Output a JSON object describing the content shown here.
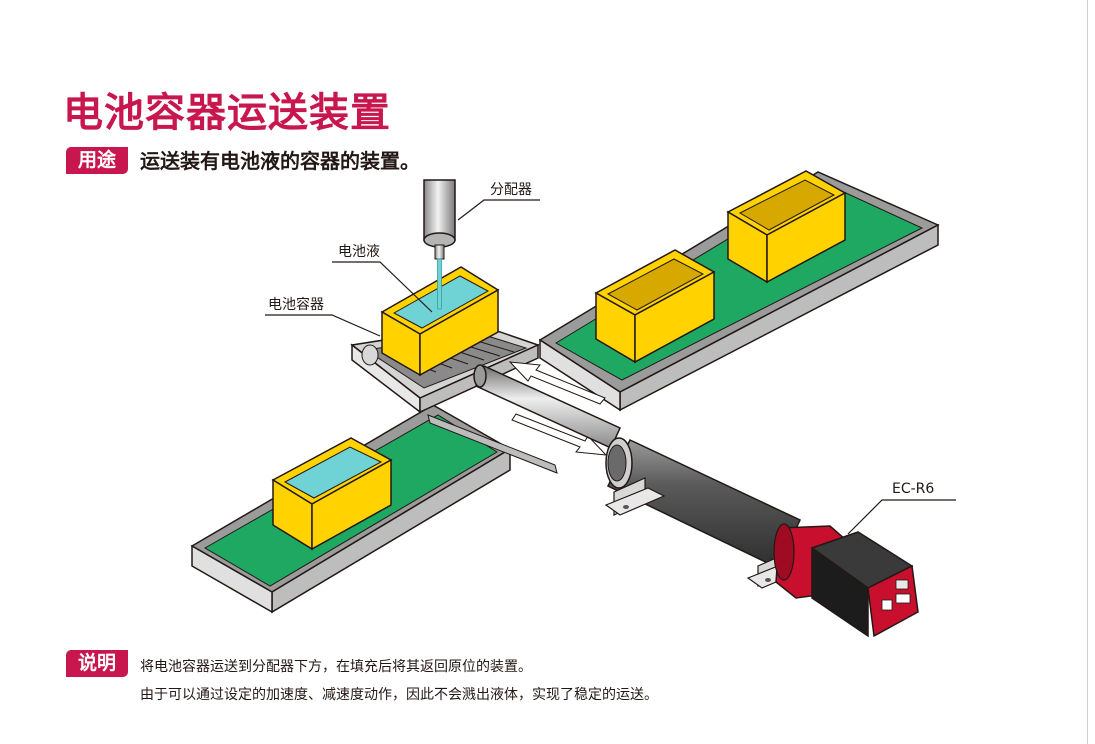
{
  "header": {
    "title": "电池容器运送装置",
    "use_tag": "用途",
    "use_text": "运送装有电池液的容器的装置。"
  },
  "diagram": {
    "labels": {
      "dispenser": "分配器",
      "electrolyte": "电池液",
      "container": "电池容器",
      "actuator": "EC-R6"
    }
  },
  "description": {
    "tag": "说明",
    "lines": [
      "将电池容器运送到分配器下方，在填充后将其返回原位的装置。",
      "由于可以通过设定的加速度、减速度动作，因此不会溅出液体，实现了稳定的运送。"
    ]
  },
  "colors": {
    "accent": "#c8174f",
    "belt": "#1fa862",
    "container": "#ffd200",
    "liquid": "#6fd2d5",
    "motor": "#c8102e"
  }
}
